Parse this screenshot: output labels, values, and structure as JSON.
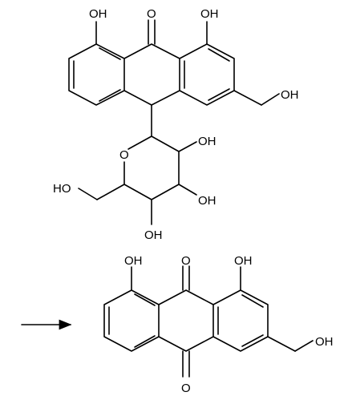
{
  "colors": {
    "ink": "#000000",
    "background": "#ffffff"
  },
  "labels": {
    "top_oh_left": "OH",
    "top_oxo": "O",
    "top_oh_right": "OH",
    "top_ch2oh": "OH",
    "ring_oxygen": "O",
    "sugar_oh_upper": "OH",
    "sugar_ho_left": "HO",
    "sugar_oh_lower_right": "OH",
    "sugar_oh_bottom": "OH",
    "bottom_oh_left": "OH",
    "bottom_oxo_top": "O",
    "bottom_oh_right": "OH",
    "bottom_ch2oh": "OH",
    "bottom_oxo_bottom": "O"
  },
  "reaction_arrow_icon": "right-arrow-icon"
}
